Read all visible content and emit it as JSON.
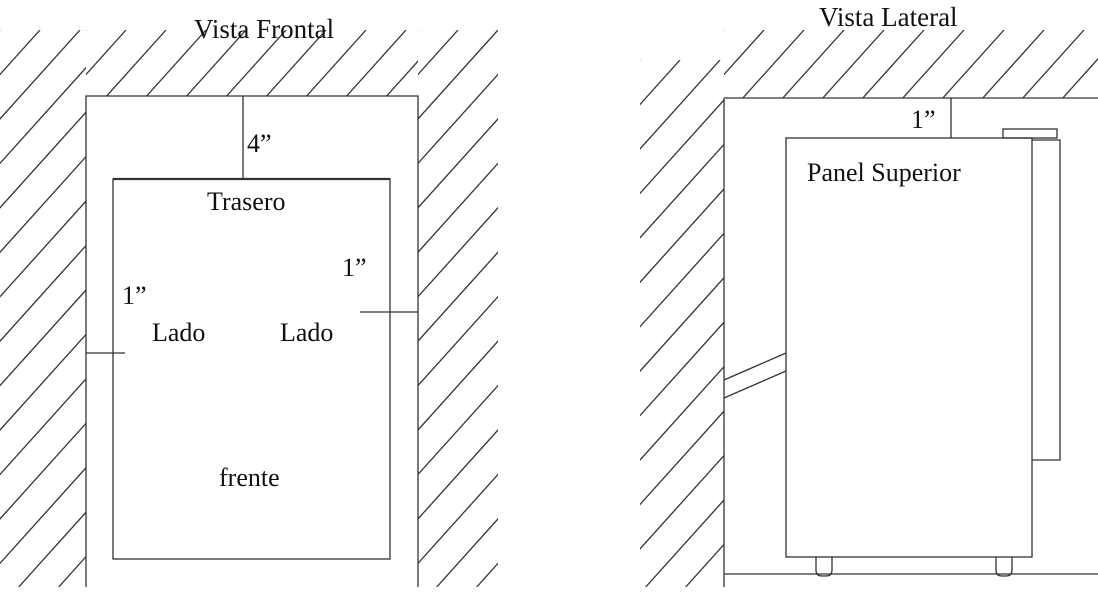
{
  "front_view": {
    "title": "Vista Frontal",
    "top_clearance": "4”",
    "rear_label": "Trasero",
    "left_clearance": "1”",
    "right_clearance": "1”",
    "left_side_label": "Lado",
    "right_side_label": "Lado",
    "front_label": "frente"
  },
  "side_view": {
    "title": "Vista Lateral",
    "top_clearance": "1”",
    "top_panel_label": "Panel Superior"
  },
  "colors": {
    "line": "#333333",
    "background": "#ffffff"
  }
}
